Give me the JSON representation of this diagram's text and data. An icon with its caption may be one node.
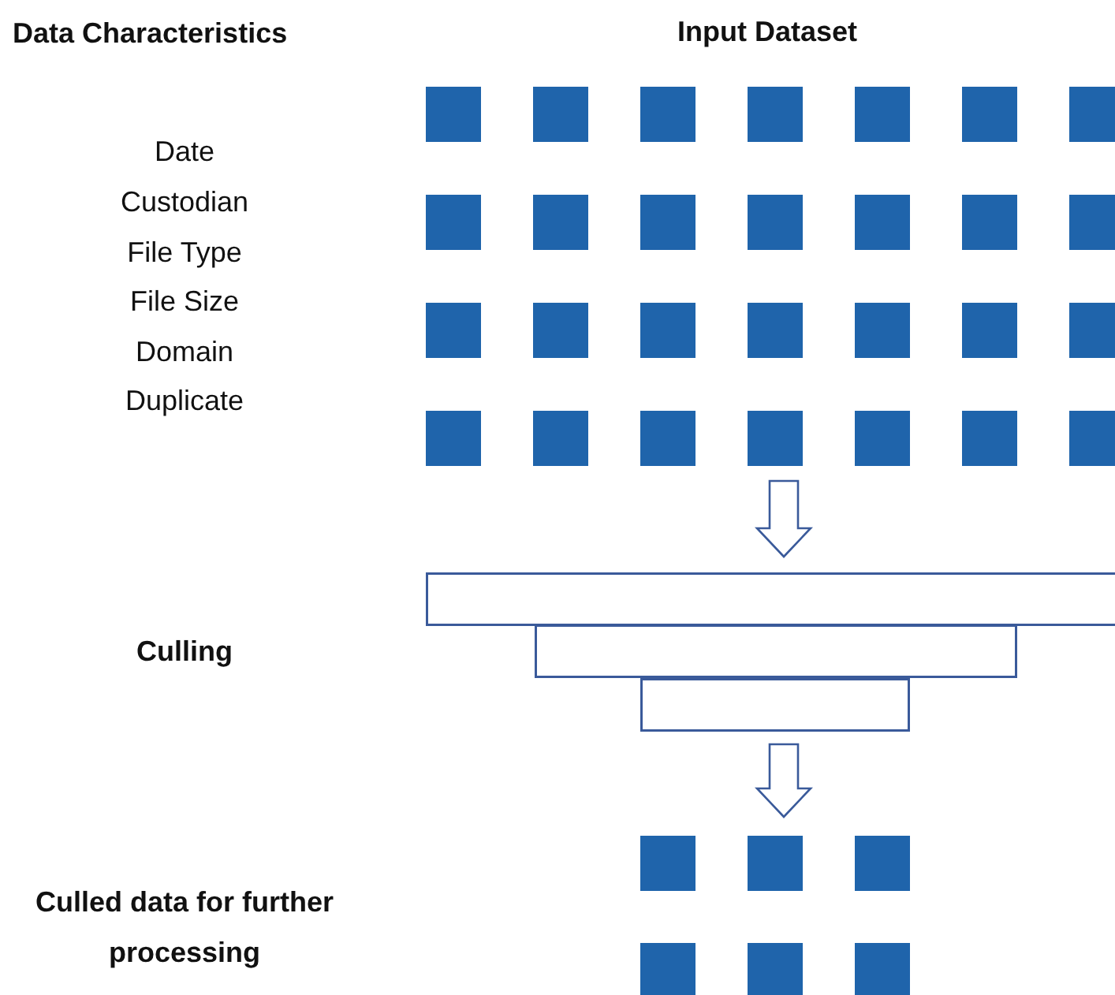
{
  "diagram": {
    "nodes": [
      {
        "text": [
          "Input Dataset"
        ]
      },
      {
        "text": [],
        "shape": "funnel"
      },
      {
        "text": [],
        "shape": "box"
      }
    ],
    "edges": [
      {
        "from": 0,
        "to": 1,
        "arrow": "to"
      },
      {
        "from": 1,
        "to": 2,
        "arrow": "to"
      }
    ],
    "labels": [
      "Data Characteristics",
      "Date",
      "Custodian",
      "File Type",
      "File Size",
      "Domain",
      "Duplicate",
      "Culling",
      "Culled data for further processing"
    ]
  }
}
